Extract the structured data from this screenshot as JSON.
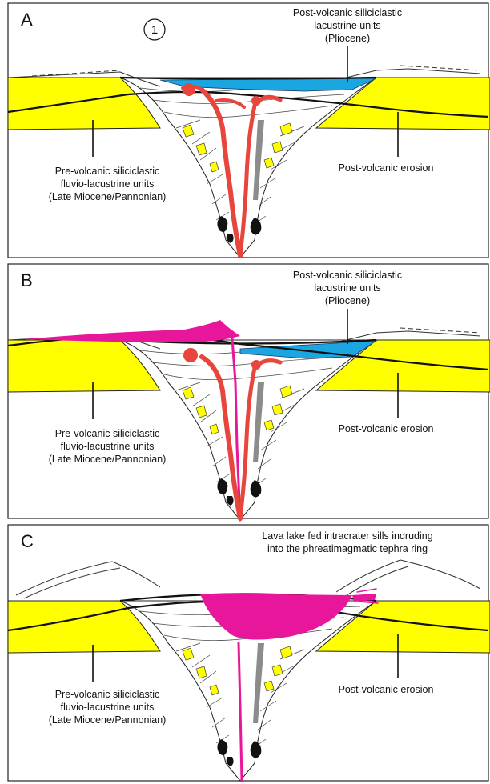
{
  "panels": [
    {
      "letter": "A",
      "circle_number": "1",
      "label_top": [
        "Post-volcanic siliciclastic",
        "lacustrine units",
        "(Pliocene)"
      ],
      "label_left": [
        "Pre-volcanic siliciclastic",
        "fluvio-lacustrine units",
        "(Late Miocene/Pannonian)"
      ],
      "label_right": [
        "Post-volcanic erosion"
      ]
    },
    {
      "letter": "B",
      "label_top": [
        "Post-volcanic siliciclastic",
        "lacustrine units",
        "(Pliocene)"
      ],
      "label_left": [
        "Pre-volcanic siliciclastic",
        "fluvio-lacustrine units",
        "(Late Miocene/Pannonian)"
      ],
      "label_right": [
        "Post-volcanic erosion"
      ]
    },
    {
      "letter": "C",
      "label_top": [
        "Lava lake fed intracrater sills indruding",
        "into the phreatimagmatic tephra ring"
      ],
      "label_left": [
        "Pre-volcanic siliciclastic",
        "fluvio-lacustrine units",
        "(Late Miocene/Pannonian)"
      ],
      "label_right": [
        "Post-volcanic erosion"
      ]
    }
  ],
  "colors": {
    "sediment_yellow": "#ffff00",
    "lake_blue": "#1aa6e0",
    "magma_red": "#e8453c",
    "lava_magenta": "#e8169a",
    "dyke_grey": "#8c8c8c"
  }
}
